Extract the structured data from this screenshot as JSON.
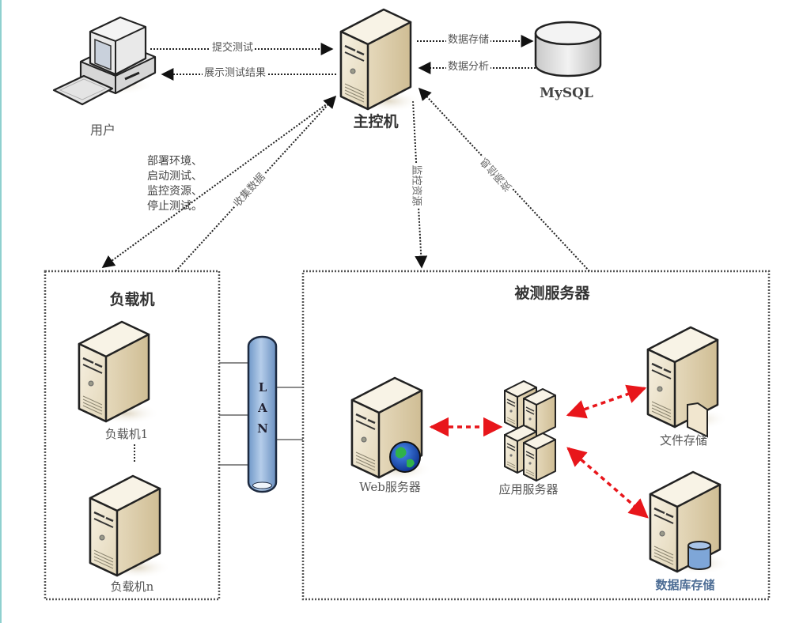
{
  "diagram": {
    "nodes": {
      "user": {
        "label": "用户",
        "icon": "desktop-computer-icon"
      },
      "master": {
        "label": "主控机",
        "icon": "server-tower-icon"
      },
      "mysql": {
        "label": "MySQL",
        "icon": "database-cylinder-icon"
      }
    },
    "groups": {
      "load": {
        "title": "负载机",
        "machines": [
          {
            "label": "负载机1",
            "icon": "server-tower-icon"
          },
          {
            "label": "负载机n",
            "icon": "server-tower-icon"
          }
        ]
      },
      "target": {
        "title": "被测服务器",
        "machines": [
          {
            "label": "Web服务器",
            "icon": "web-server-globe-icon"
          },
          {
            "label": "应用服务器",
            "icon": "server-cluster-icon"
          },
          {
            "label": "文件存储",
            "icon": "file-server-icon"
          },
          {
            "label": "数据库存储",
            "icon": "database-server-icon"
          }
        ]
      }
    },
    "network": {
      "label": "LAN",
      "letters": [
        "L",
        "A",
        "N"
      ]
    },
    "edges": {
      "submit_test": "提交测试",
      "show_result": "展示测试结果",
      "data_store": "数据存储",
      "data_analysis": "数据分析",
      "control_commands": "部署环境、\n启动测试、\n监控资源、\n停止测试。",
      "collect_data": "收集数据",
      "monitor_resources": "监控资源",
      "resource_info": "资源信息"
    },
    "colors": {
      "server_body": "#ede3cc",
      "server_side": "#d8c8a2",
      "lan_tube": "#8fb4dc",
      "app_link": "#e8161b",
      "dotted_line": "#333333",
      "accent_edge": "#8fd0cf"
    }
  }
}
